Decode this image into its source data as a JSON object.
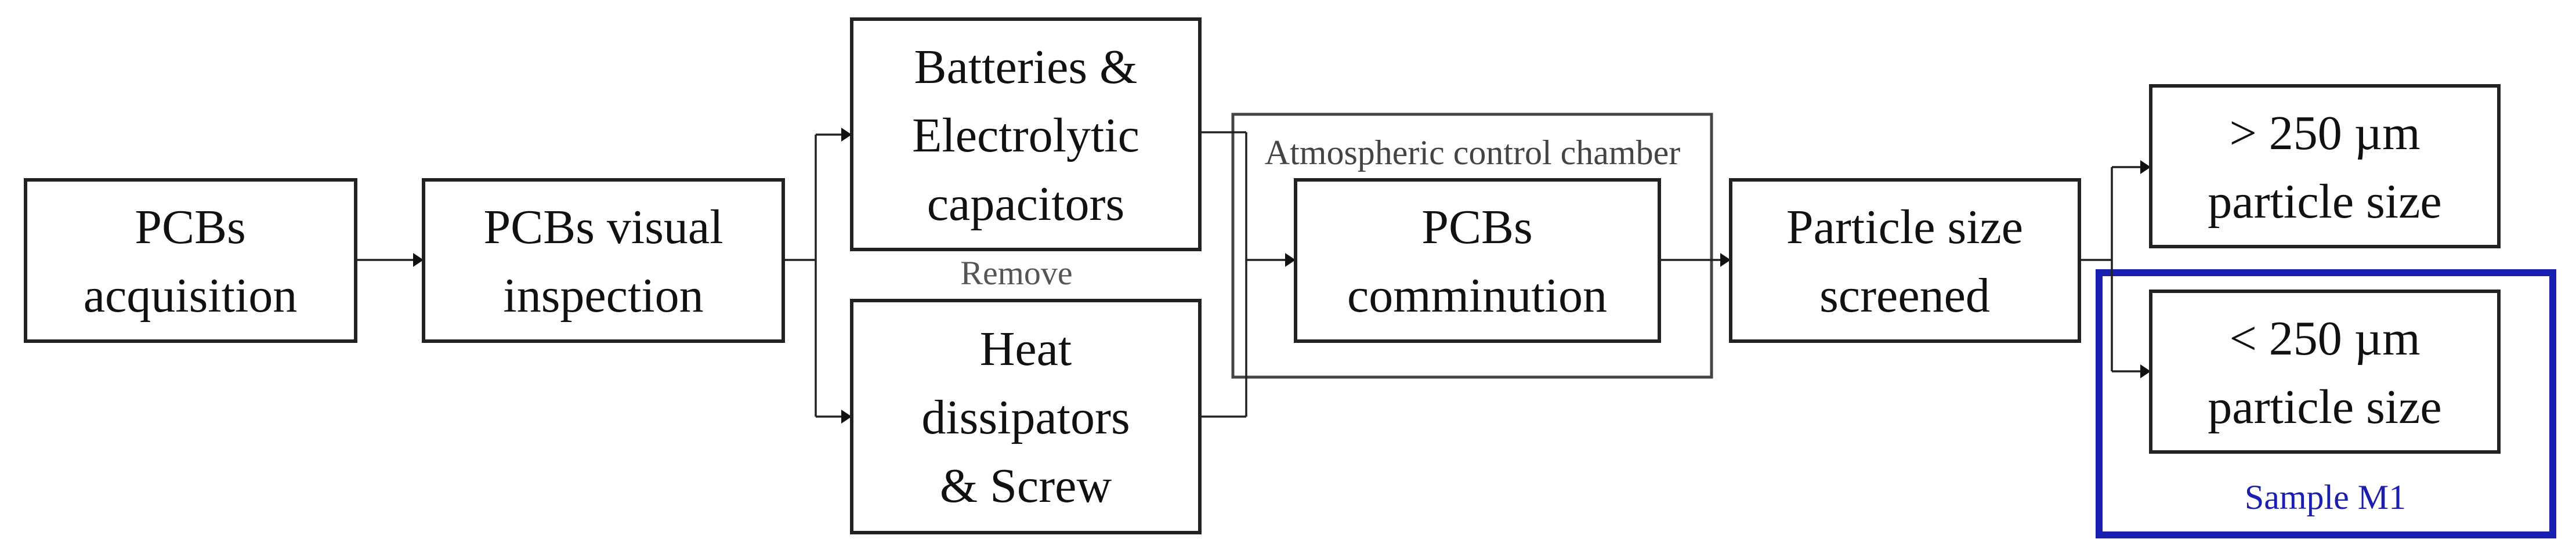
{
  "colors": {
    "line": "#222222",
    "text": "#111111",
    "chamber_border": "#444444",
    "chamber_label": "#444444",
    "remove_label": "#555555",
    "sample_border": "#1a1fb0",
    "sample_label": "#1a1fb0"
  },
  "nodes": {
    "acquisition": {
      "lines": [
        "PCBs",
        "acquisition"
      ]
    },
    "inspection": {
      "lines": [
        "PCBs visual",
        "inspection"
      ]
    },
    "batteries": {
      "lines": [
        "Batteries &",
        "Electrolytic",
        "capacitors"
      ]
    },
    "heat": {
      "lines": [
        "Heat",
        "dissipators",
        "& Screw"
      ]
    },
    "comminution": {
      "lines": [
        "PCBs",
        "comminution"
      ]
    },
    "screened": {
      "lines": [
        "Particle size",
        "screened"
      ]
    },
    "coarse": {
      "lines": [
        "> 250 µm",
        "particle size"
      ]
    },
    "fine": {
      "lines": [
        "< 250 µm",
        "particle size"
      ]
    }
  },
  "labels": {
    "remove": "Remove",
    "chamber": "Atmospheric control chamber",
    "sample": "Sample M1"
  }
}
